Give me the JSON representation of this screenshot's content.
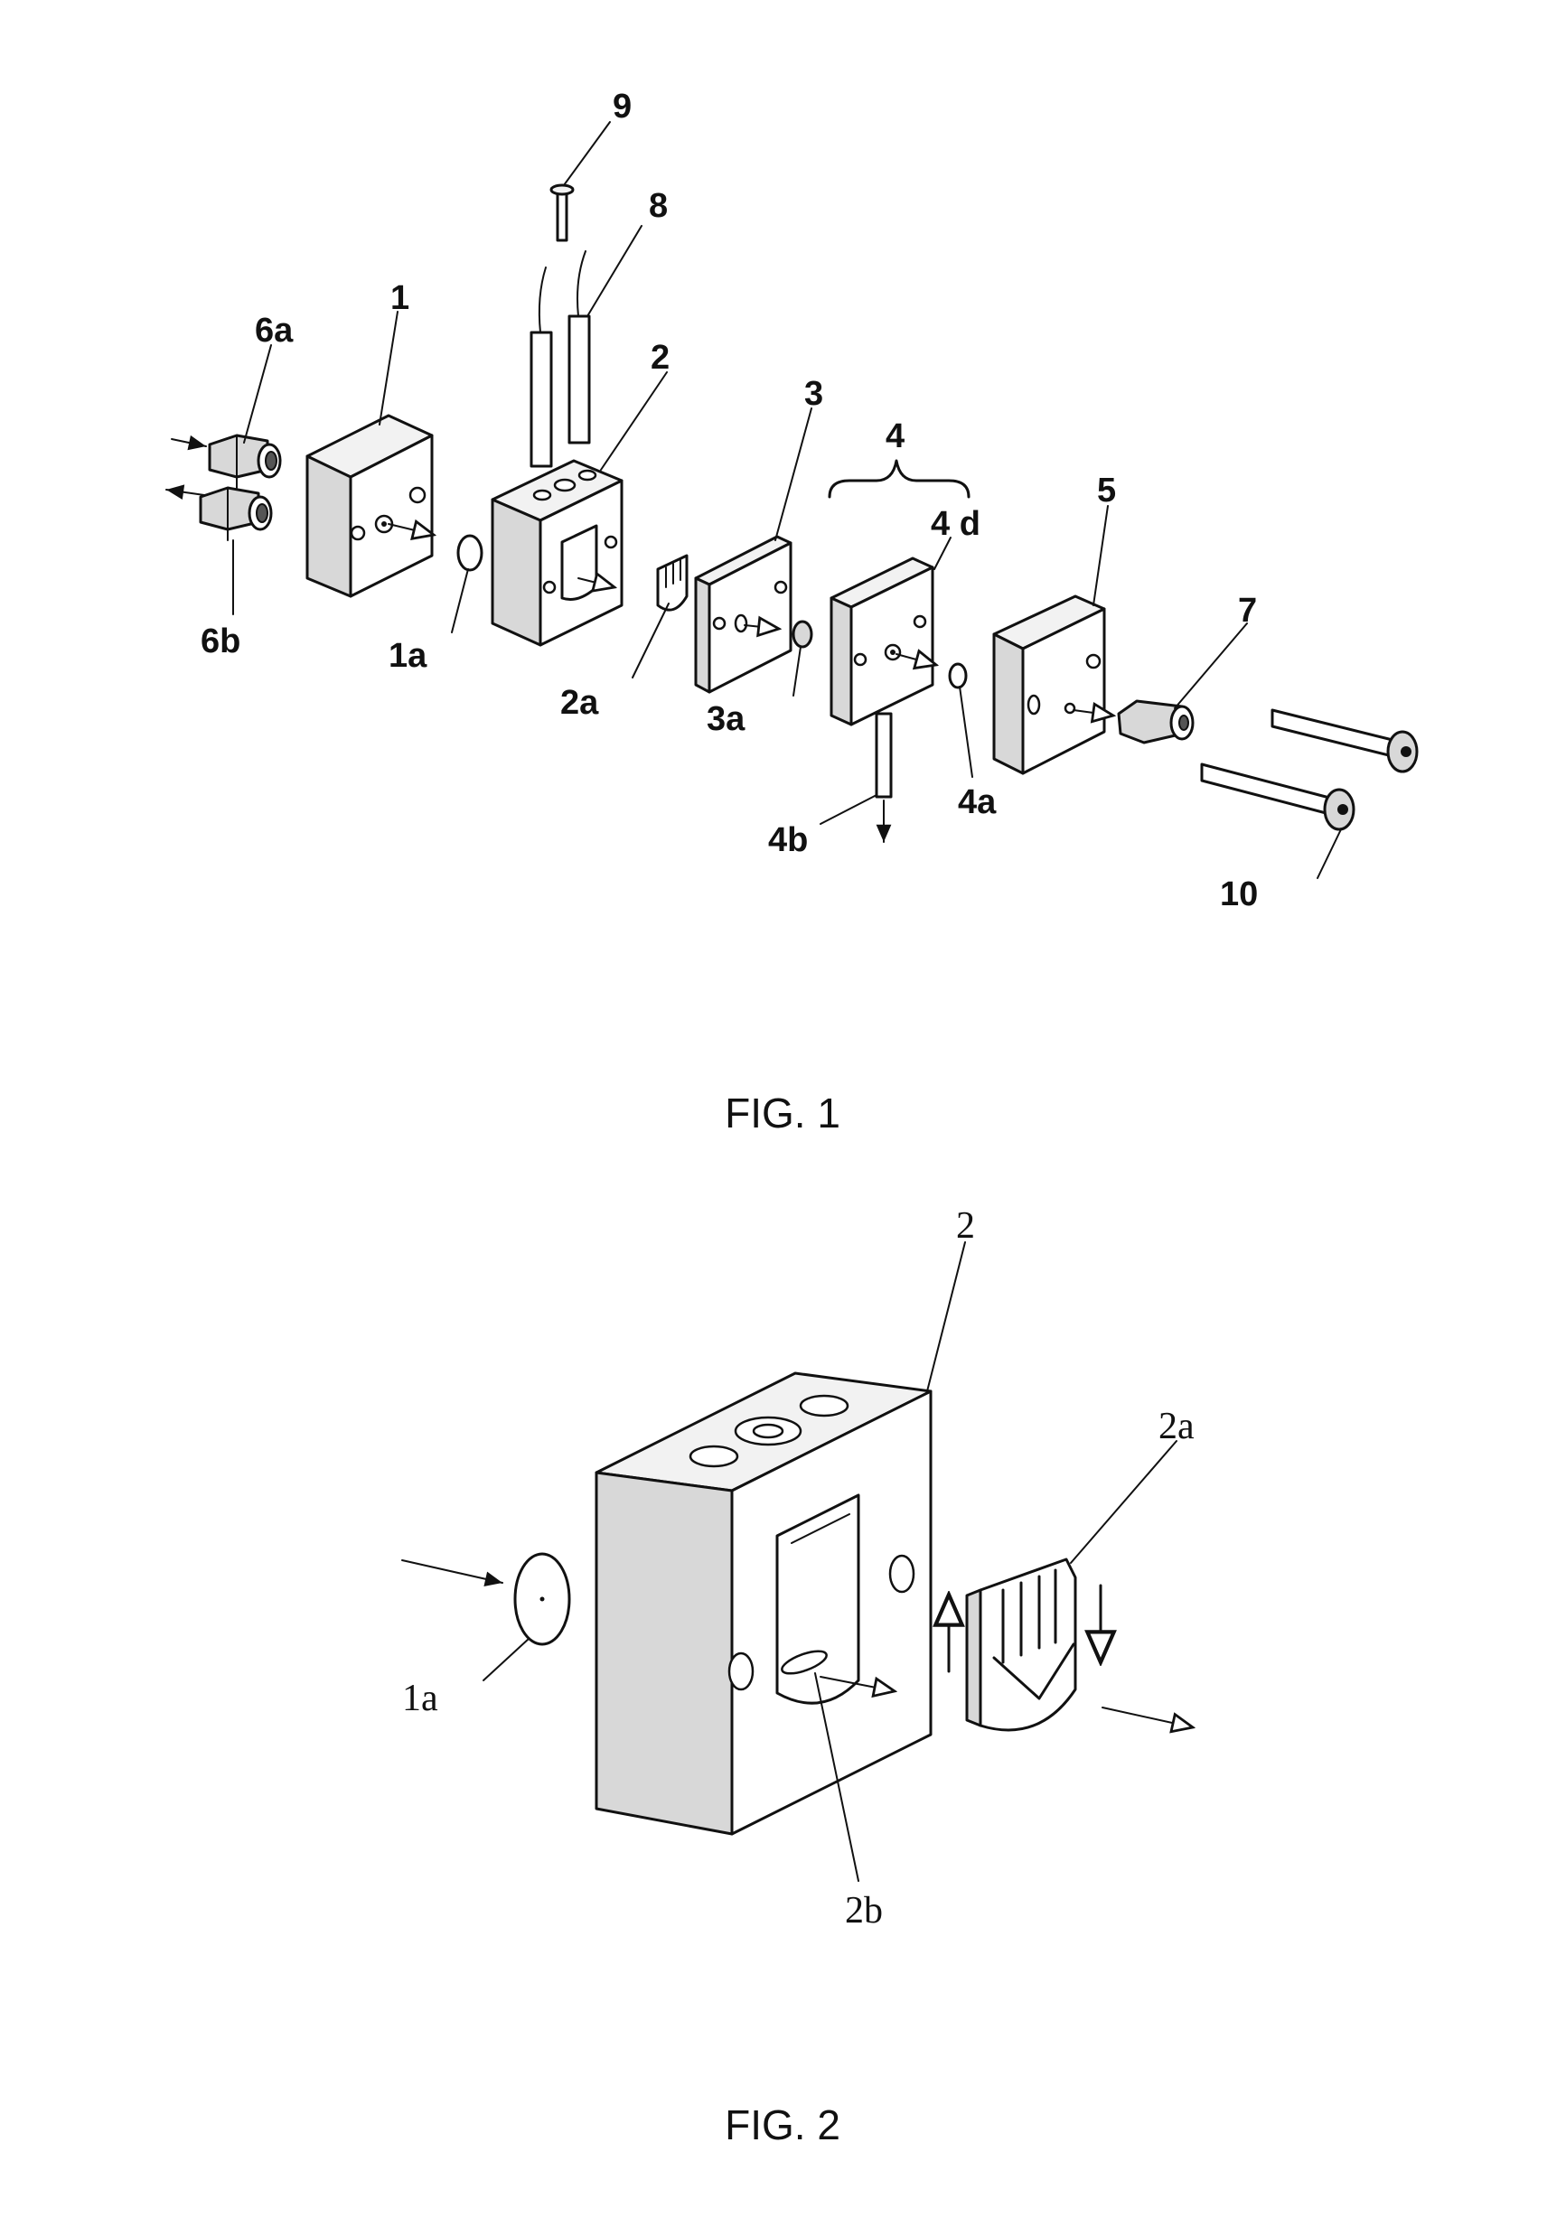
{
  "figure1": {
    "caption": "FIG. 1",
    "labels": {
      "l1": "1",
      "l1a": "1a",
      "l2": "2",
      "l2a": "2a",
      "l3": "3",
      "l3a": "3a",
      "l4": "4",
      "l4a": "4a",
      "l4b": "4b",
      "l4d": "4 d",
      "l5": "5",
      "l6a": "6a",
      "l6b": "6b",
      "l7": "7",
      "l8": "8",
      "l9": "9",
      "l10": "10"
    }
  },
  "figure2": {
    "caption": "FIG. 2",
    "labels": {
      "l2": "2",
      "l2a": "2a",
      "l1a": "1a",
      "l2b": "2b"
    }
  }
}
